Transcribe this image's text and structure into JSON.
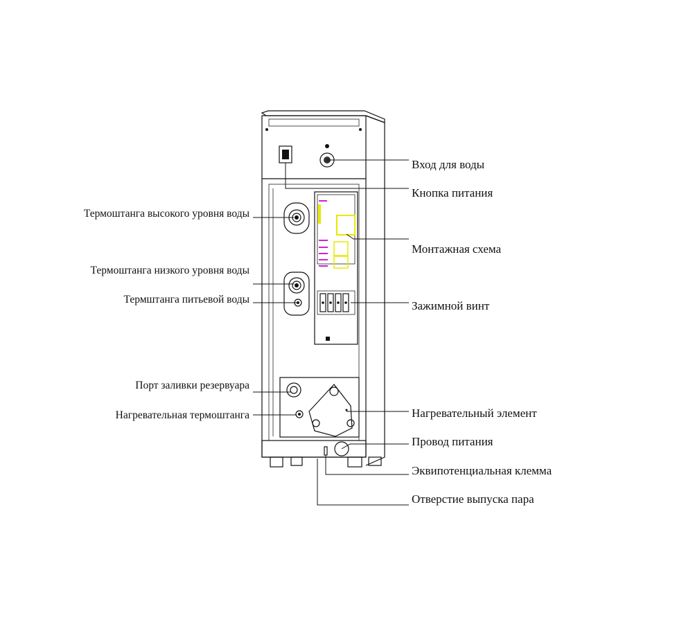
{
  "labels": {
    "water_inlet": "Вход для воды",
    "power_button": "Кнопка питания",
    "wiring_diagram": "Монтажная схема",
    "clamp_screw": "Зажимной винт",
    "heating_element": "Нагревательный элемент",
    "power_cord": "Провод питания",
    "equipotential_terminal": "Эквипотенциальная клемма",
    "steam_outlet": "Отверстие выпуска пара",
    "high_level_probe": "Термоштанга высокого уровня воды",
    "low_level_probe": "Термоштанга низкого уровня воды",
    "drinking_water_probe": "Термштанга питьевой воды",
    "tank_fill_port": "Порт заливки резервуара",
    "heating_probe": "Нагревательная термоштанга"
  },
  "colors": {
    "line": "#111111",
    "wiring_yellow": "#e8e800",
    "wiring_magenta": "#cc22cc"
  }
}
